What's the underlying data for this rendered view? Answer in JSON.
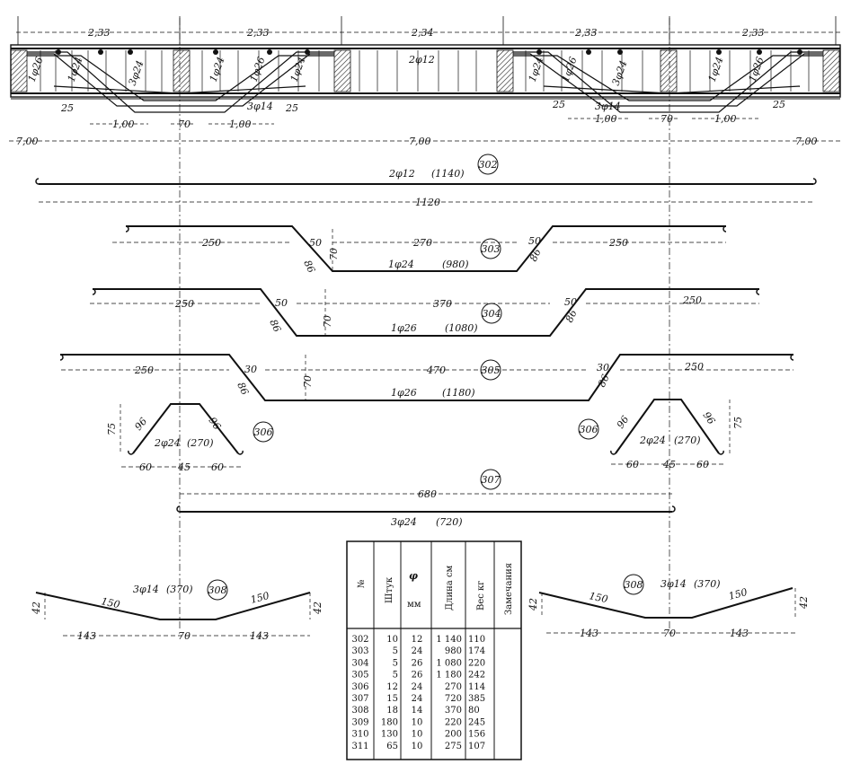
{
  "top": {
    "spans": [
      "2,33",
      "2,33",
      "2,34",
      "2,33",
      "2,33"
    ],
    "beam_labels": [
      "1φ26",
      "1φ24",
      "3φ24",
      "1φ24",
      "1φ26",
      "1φ24",
      "2φ12",
      "1φ24",
      "1φ26",
      "3φ24",
      "1φ24",
      "1φ26"
    ],
    "left_stirrup": "3φ14",
    "right_stirrup": "3φ14",
    "dims_left": [
      "25",
      "1,00",
      "70",
      "1,00",
      "25"
    ],
    "dims_right": [
      "25",
      "1,00",
      "70",
      "1,00",
      "25"
    ],
    "overall": [
      "7,00",
      "7,00",
      "7,00"
    ]
  },
  "bars": {
    "b302": {
      "id": "302",
      "label": "2φ12",
      "length": "(1140)",
      "dim": "1120"
    },
    "b303": {
      "id": "303",
      "label": "1φ24",
      "length": "(980)",
      "left": "250",
      "mid": "270",
      "right": "250",
      "slope": "50",
      "diag": "86",
      "rise": "70"
    },
    "b304": {
      "id": "304",
      "label": "1φ26",
      "length": "(1080)",
      "left": "250",
      "mid": "370",
      "right": "250",
      "slope": "50",
      "diag": "86",
      "rise": "70"
    },
    "b305": {
      "id": "305",
      "label": "1φ26",
      "length": "(1180)",
      "left": "250",
      "mid": "470",
      "right": "250",
      "slope": "30",
      "diag": "86",
      "rise": "70"
    },
    "b306": {
      "id": "306",
      "label": "2φ24",
      "length": "(270)",
      "side": "96",
      "height": "75",
      "base_left": "60",
      "base_mid": "45",
      "base_right": "60"
    },
    "b307": {
      "id": "307",
      "label": "3φ24",
      "length": "(720)",
      "dim": "680"
    },
    "b308": {
      "id": "308",
      "label": "3φ14",
      "length": "(370)",
      "slope": "150",
      "height": "42",
      "left": "143",
      "mid": "70",
      "right": "143"
    }
  },
  "table": {
    "headers": [
      "№",
      "Штук",
      "φ мм",
      "Длина см",
      "Вес кг",
      "Замечания"
    ],
    "phi": "φ",
    "phi_unit": "мм",
    "rows": [
      [
        "302",
        "10",
        "12",
        "1 140",
        "110",
        ""
      ],
      [
        "303",
        "5",
        "24",
        "980",
        "174",
        ""
      ],
      [
        "304",
        "5",
        "26",
        "1 080",
        "220",
        ""
      ],
      [
        "305",
        "5",
        "26",
        "1 180",
        "242",
        ""
      ],
      [
        "306",
        "12",
        "24",
        "270",
        "114",
        ""
      ],
      [
        "307",
        "15",
        "24",
        "720",
        "385",
        ""
      ],
      [
        "308",
        "18",
        "14",
        "370",
        "80",
        ""
      ],
      [
        "309",
        "180",
        "10",
        "220",
        "245",
        ""
      ],
      [
        "310",
        "130",
        "10",
        "200",
        "156",
        ""
      ],
      [
        "311",
        "65",
        "10",
        "275",
        "107",
        ""
      ]
    ]
  }
}
